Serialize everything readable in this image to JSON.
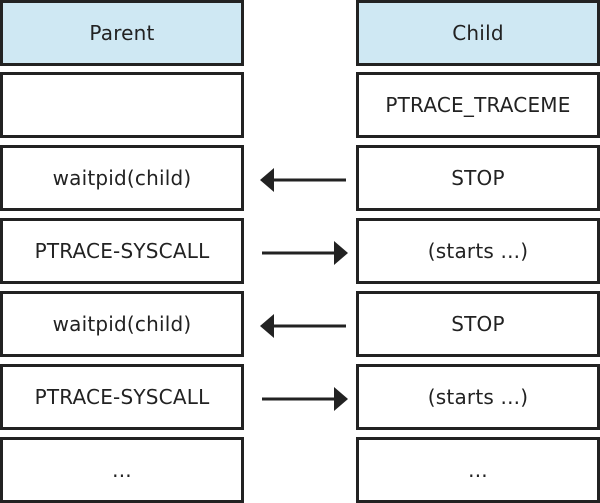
{
  "parent_column": {
    "header": "Parent",
    "rows": [
      "",
      "waitpid(child)",
      "PTRACE-SYSCALL",
      "waitpid(child)",
      "PTRACE-SYSCALL",
      "..."
    ]
  },
  "child_column": {
    "header": "Child",
    "rows": [
      "PTRACE_TRACEME",
      "STOP",
      "(starts ...)",
      "STOP",
      "(starts ...)",
      "..."
    ]
  },
  "arrows": [
    {
      "row": 2,
      "direction": "left"
    },
    {
      "row": 3,
      "direction": "right"
    },
    {
      "row": 4,
      "direction": "left"
    },
    {
      "row": 5,
      "direction": "right"
    }
  ],
  "colors": {
    "header_fill": "#cfe8f3",
    "border": "#222222",
    "text": "#222222"
  }
}
